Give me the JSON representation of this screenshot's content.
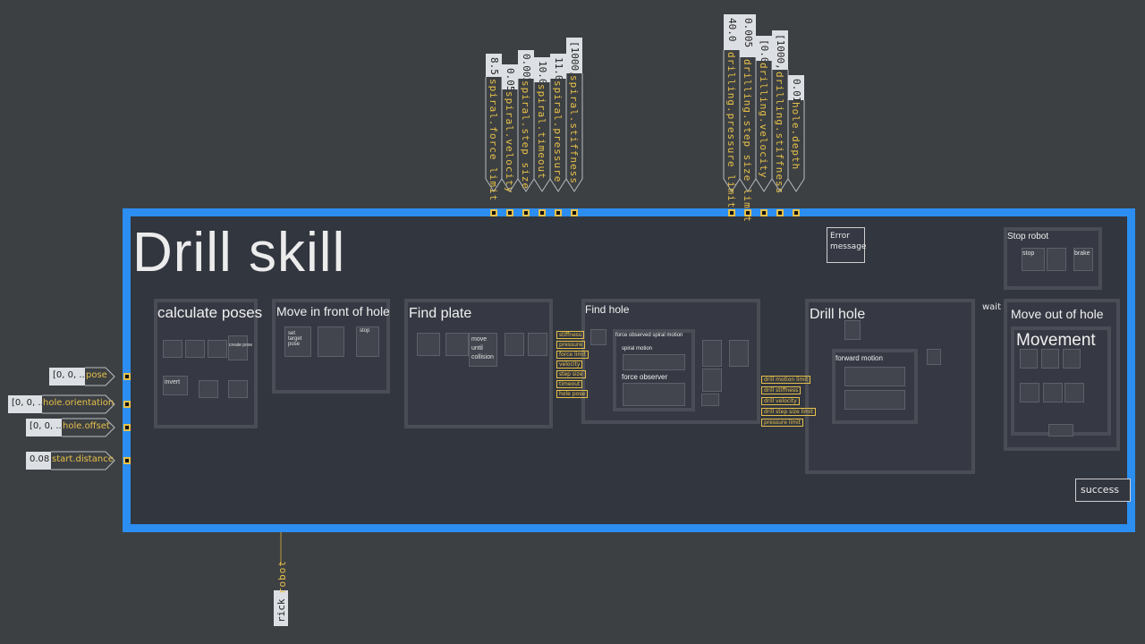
{
  "skill": {
    "title": "Drill skill",
    "success_label": "success",
    "error_label": "Error message",
    "wait_label": "wait"
  },
  "top_params": [
    {
      "value": "8.5",
      "label": "spiral.force limit"
    },
    {
      "value": "0.05",
      "label": "spiral.velocity"
    },
    {
      "value": "0.002",
      "label": "spiral.step size"
    },
    {
      "value": "10.0",
      "label": "spiral.timeout"
    },
    {
      "value": "11.0",
      "label": "spiral.pressure"
    },
    {
      "value": "[1000,...",
      "label": "spiral.stiffness"
    },
    {
      "value": "40.0",
      "label": "drilling.pressure limit"
    },
    {
      "value": "0.005",
      "label": "drilling.step size limit"
    },
    {
      "value": "[0.08,...",
      "label": "drilling.velocity"
    },
    {
      "value": "[1000,...",
      "label": "drilling.stiffness"
    },
    {
      "value": "0.018",
      "label": "hole.depth"
    }
  ],
  "left_params": [
    {
      "value": "[0, 0, ...",
      "label": "pose"
    },
    {
      "value": "[0, 0, ...",
      "label": "hole.orientation"
    },
    {
      "value": "[0, 0, ...",
      "label": "hole.offset"
    },
    {
      "value": "0.08",
      "label": "start.distance"
    }
  ],
  "bottom_param": {
    "value": "rick",
    "label": "robot"
  },
  "groups": {
    "calculate_poses": "calculate poses",
    "move_in_front": "Move in front of hole",
    "find_plate": "Find plate",
    "find_hole": "Find hole",
    "drill_hole": "Drill hole",
    "move_out": "Move out of hole",
    "stop_robot": "Stop robot",
    "movement": "Movement",
    "force_spiral": "force observed spiral motion",
    "spiral_motion": "spiral motion",
    "force_observer": "force observer",
    "forward_motion": "forward motion"
  },
  "inner_text": {
    "invert": "invert",
    "set_target_pose": "set target pose",
    "move_until_collision": "move until collision",
    "stop": "stop",
    "brake": "brake",
    "create_pose": "create pose"
  },
  "drill_inputs": [
    "drill motion limit",
    "drill stiffness",
    "drill velocity",
    "drill step size limit",
    "pressure limit"
  ],
  "find_hole_inputs": [
    "stiffness",
    "pressure",
    "force limit",
    "velocity",
    "step size",
    "timeout",
    "hole pose"
  ]
}
